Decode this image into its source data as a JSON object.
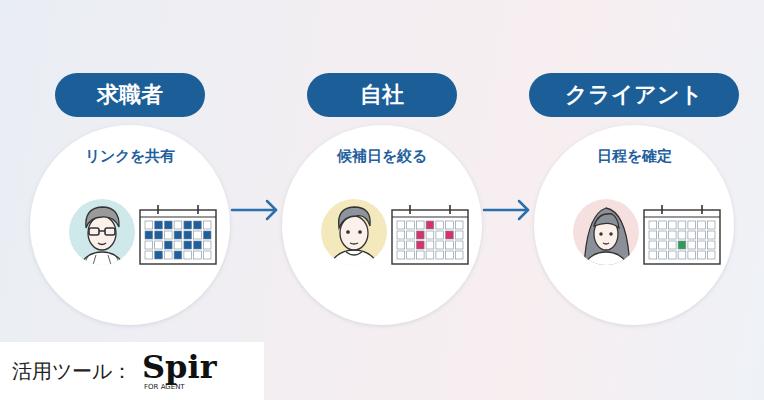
{
  "diagram": {
    "nodes": [
      {
        "text": [
          "求職者",
          "リンクを共有"
        ]
      },
      {
        "text": [
          "自社",
          "候補日を絞る"
        ]
      },
      {
        "text": [
          "クライアント",
          "日程を確定"
        ]
      },
      {
        "text": [
          "活用ツール：",
          "Spir",
          "FOR AGENT"
        ]
      }
    ],
    "edges": [
      {
        "from": 0,
        "to": 1,
        "arrow": "to"
      },
      {
        "from": 1,
        "to": 2,
        "arrow": "to"
      }
    ]
  }
}
